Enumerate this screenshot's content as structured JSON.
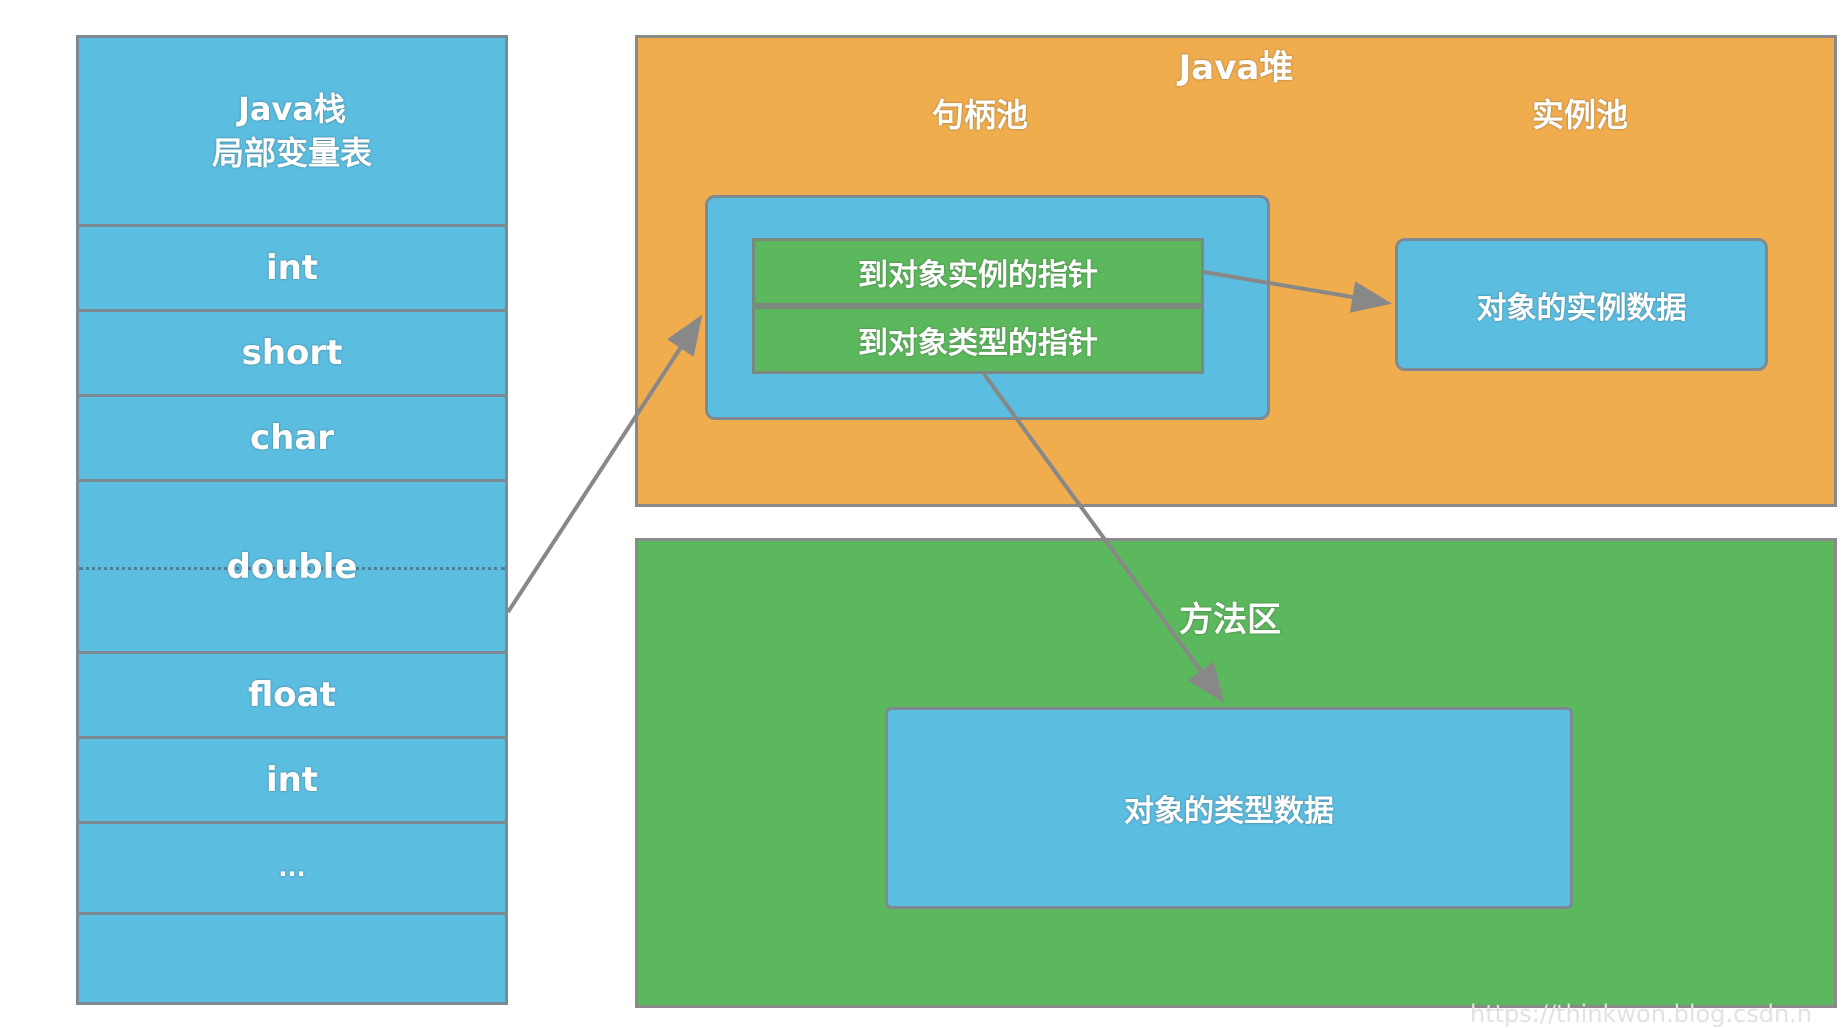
{
  "stack": {
    "title_line1": "Java栈",
    "title_line2": "局部变量表",
    "cells": [
      "int",
      "short",
      "char",
      "double",
      "float",
      "int",
      "...",
      ""
    ]
  },
  "heap": {
    "title": "Java堆",
    "handle_pool_title": "句柄池",
    "instance_pool_title": "实例池",
    "pointer_to_instance": "到对象实例的指针",
    "pointer_to_type": "到对象类型的指针",
    "instance_data": "对象的实例数据"
  },
  "method_area": {
    "title": "方法区",
    "type_data": "对象的类型数据"
  },
  "watermark": "https://thinkwon.blog.csdn.n",
  "colors": {
    "blue": "#5bbde0",
    "orange": "#f0ad4e",
    "green": "#5cb85c",
    "border": "#7d8a93",
    "arrow": "#888888"
  }
}
